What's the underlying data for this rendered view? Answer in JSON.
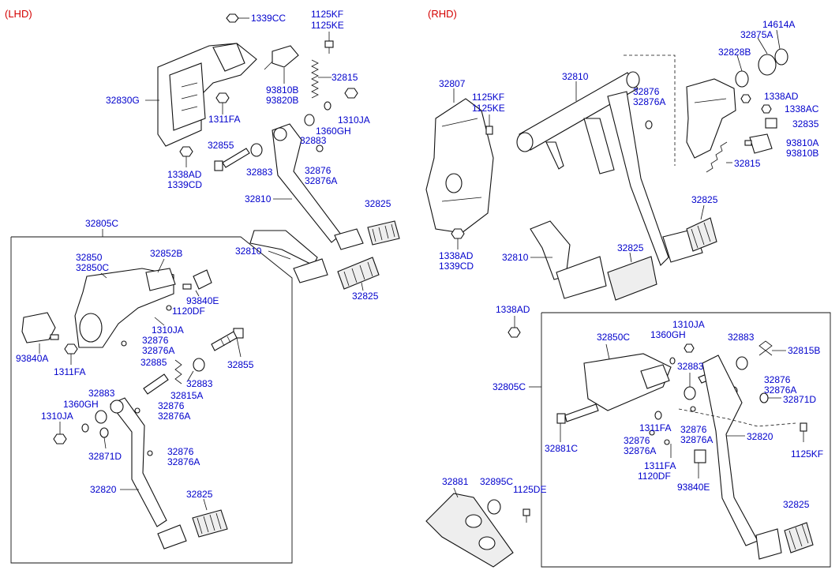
{
  "headers": {
    "lhd": "(LHD)",
    "rhd": "(RHD)"
  },
  "labels": {
    "l_1339CC": "1339CC",
    "l_1125KF": "1125KF",
    "l_1125KE": "1125KE",
    "l_32830G": "32830G",
    "l_93810B": "93810B",
    "l_93820B": "93820B",
    "l_32815": "32815",
    "l_1311FA": "1311FA",
    "l_1310JA": "1310JA",
    "l_1360GH": "1360GH",
    "l_32883": "32883",
    "l_32855": "32855",
    "l_32883b": "32883",
    "l_32876": "32876",
    "l_32876A": "32876A",
    "l_1338AD": "1338AD",
    "l_1339CD": "1339CD",
    "l_32810": "32810",
    "l_32825": "32825",
    "l_32810b": "32810",
    "l_32825b": "32825",
    "l_32805C": "32805C",
    "l_32850": "32850",
    "l_32850C": "32850C",
    "l_32852B": "32852B",
    "l_93840E": "93840E",
    "l_1120DF": "1120DF",
    "l_1310JA_b": "1310JA",
    "l_32876_b": "32876",
    "l_32876A_b": "32876A",
    "l_32885": "32885",
    "l_32855_b": "32855",
    "l_32815A": "32815A",
    "l_32883_c": "32883",
    "l_93840A": "93840A",
    "l_1311FA_b": "1311FA",
    "l_32883_d": "32883",
    "l_1360GH_b": "1360GH",
    "l_32876_c": "32876",
    "l_32876A_c": "32876A",
    "l_1310JA_c": "1310JA",
    "l_32871D": "32871D",
    "l_32876_d": "32876",
    "l_32876A_d": "32876A",
    "l_32820": "32820",
    "l_32825_c": "32825",
    "r_32807": "32807",
    "r_1125KF": "1125KF",
    "r_1125KE": "1125KE",
    "r_32810": "32810",
    "r_32876": "32876",
    "r_32876A": "32876A",
    "r_14614A": "14614A",
    "r_32875A": "32875A",
    "r_32828B": "32828B",
    "r_1338AD": "1338AD",
    "r_1338AC": "1338AC",
    "r_32835": "32835",
    "r_93810A": "93810A",
    "r_93810B": "93810B",
    "r_32815": "32815",
    "r_32825": "32825",
    "r_1338AD_b": "1338AD",
    "r_1339CD": "1339CD",
    "r_32810_b": "32810",
    "r_32825_b": "32825",
    "r_1338AD_c": "1338AD",
    "r_32805C": "32805C",
    "r_32850C": "32850C",
    "r_1360GH": "1360GH",
    "r_1310JA": "1310JA",
    "r_32883": "32883",
    "r_32815B": "32815B",
    "r_32883_b": "32883",
    "r_32876_b": "32876",
    "r_32876A_b": "32876A",
    "r_32871D": "32871D",
    "r_32820": "32820",
    "r_32881C": "32881C",
    "r_32876_c": "32876",
    "r_32876A_c": "32876A",
    "r_1311FA": "1311FA",
    "r_32876_d": "32876",
    "r_32876A_d": "32876A",
    "r_1125KF_b": "1125KF",
    "r_1311FA_b": "1311FA",
    "r_1120DF": "1120DF",
    "r_93840E": "93840E",
    "r_32881": "32881",
    "r_32895C": "32895C",
    "r_1125DE": "1125DE",
    "r_32825_c": "32825"
  },
  "colors": {
    "label": "#0000cc",
    "header": "#d40000",
    "line": "#111111"
  }
}
